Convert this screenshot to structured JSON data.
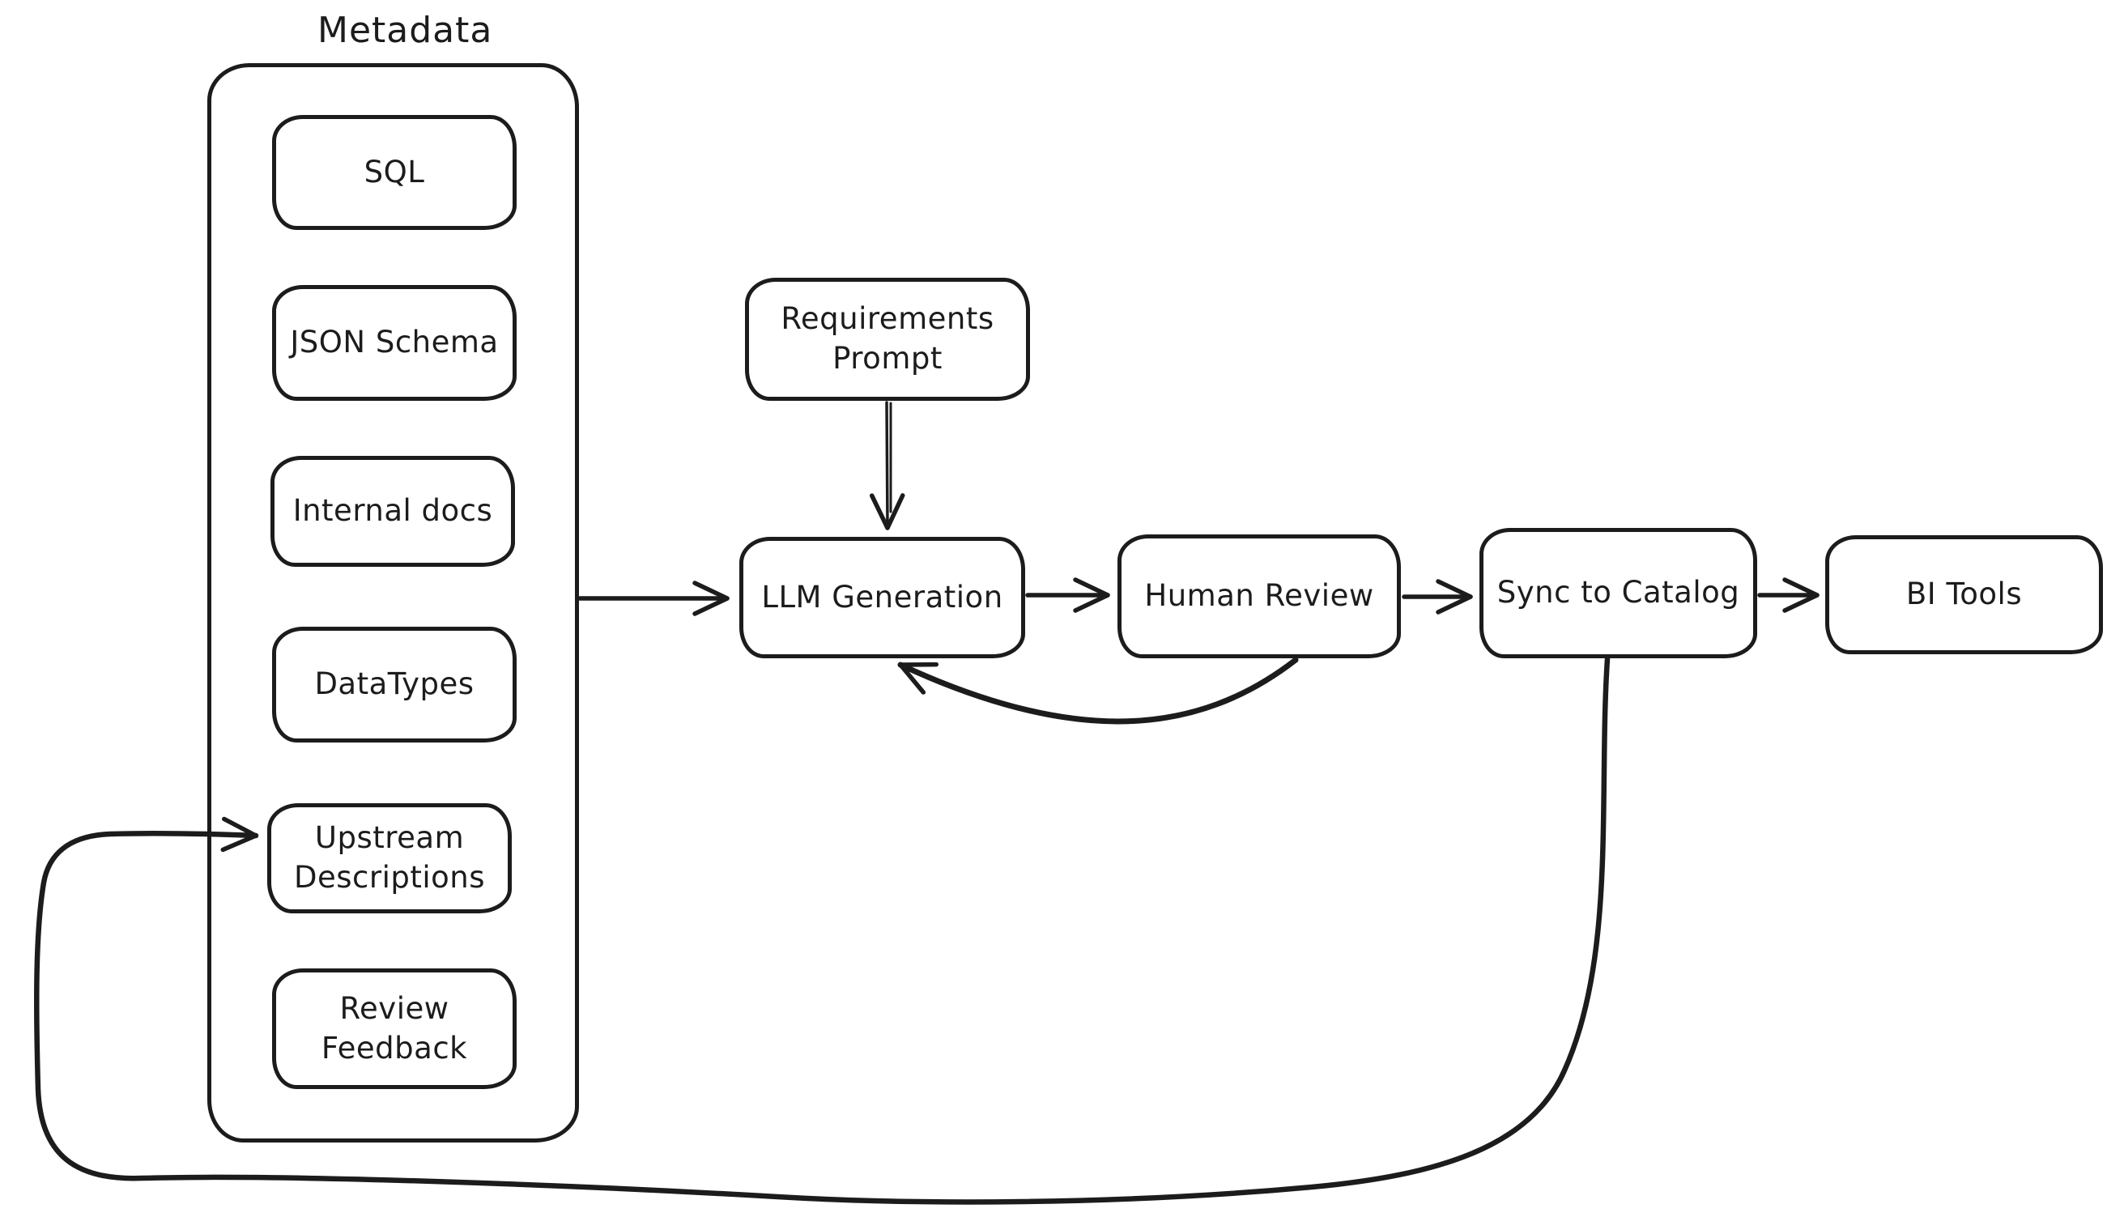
{
  "canvas": {
    "background": "#ffffff",
    "ink": "#1c1c1c"
  },
  "metadata_group": {
    "title": "Metadata",
    "items": [
      {
        "label": "SQL"
      },
      {
        "label": "JSON Schema"
      },
      {
        "label": "Internal docs"
      },
      {
        "label": "DataTypes"
      },
      {
        "label": "Upstream\nDescriptions"
      },
      {
        "label": "Review\nFeedback"
      }
    ]
  },
  "nodes": {
    "requirements_prompt": {
      "label": "Requirements\nPrompt"
    },
    "llm_generation": {
      "label": "LLM Generation"
    },
    "human_review": {
      "label": "Human Review"
    },
    "sync_to_catalog": {
      "label": "Sync to Catalog"
    },
    "bi_tools": {
      "label": "BI Tools"
    }
  },
  "edges": [
    {
      "from": "metadata_group",
      "to": "llm_generation",
      "style": "straight"
    },
    {
      "from": "requirements_prompt",
      "to": "llm_generation",
      "style": "straight-double-stroke"
    },
    {
      "from": "llm_generation",
      "to": "human_review",
      "style": "straight"
    },
    {
      "from": "human_review",
      "to": "sync_to_catalog",
      "style": "straight"
    },
    {
      "from": "sync_to_catalog",
      "to": "bi_tools",
      "style": "straight"
    },
    {
      "from": "human_review",
      "to": "llm_generation",
      "style": "feedback-curve"
    },
    {
      "from": "sync_to_catalog",
      "to": "upstream_descriptions",
      "style": "long-loop"
    }
  ]
}
